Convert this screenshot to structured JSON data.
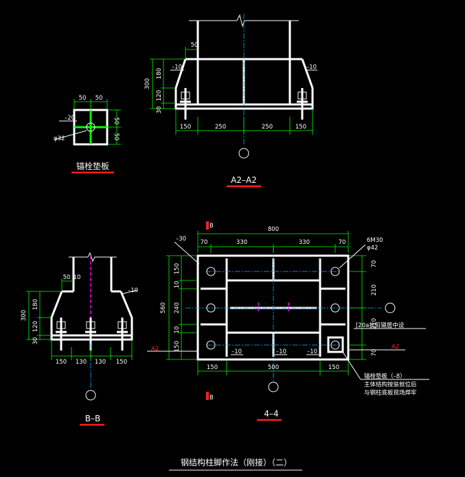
{
  "colors": {
    "background": "#000000",
    "dimension": "#00ff00",
    "centerline": "#00b4ff",
    "steel": "#ffffff",
    "underline": "#ff2020",
    "hidden": "#ff00ff"
  },
  "sheet_title": "钢结构柱脚作法（刚接）（二）",
  "anchor_pad": {
    "title": "锚栓垫板",
    "dim_top": [
      "50",
      "50"
    ],
    "dim_right": [
      "50",
      "50"
    ],
    "thickness": "–20",
    "hole": "φ32"
  },
  "section_a2": {
    "title": "A2–A2",
    "dim_bottom": [
      "150",
      "250",
      "250",
      "150"
    ],
    "dim_left": [
      "180",
      "120",
      "30"
    ],
    "dim_total": "300",
    "dim_top": "50",
    "stiff_left": "–10",
    "stiff_right": "–10"
  },
  "section_bb": {
    "title": "B–B",
    "dim_bottom": [
      "150",
      "130",
      "130",
      "150"
    ],
    "dim_left": [
      "180",
      "120",
      "30"
    ],
    "dim_total": "300",
    "dim_top": [
      "50",
      "10"
    ],
    "stiff_right": "–10"
  },
  "plan_44": {
    "title": "4–4",
    "dim_total_top": "800",
    "dim_top": [
      "70",
      "330",
      "330",
      "70"
    ],
    "dim_bottom": [
      "150",
      "500",
      "150"
    ],
    "dim_left": [
      "150",
      "10",
      "240",
      "10",
      "150"
    ],
    "dim_left_total": "560",
    "dim_right": [
      "70",
      "210",
      "210",
      "70"
    ],
    "plate_thk": "–30",
    "bolts": "6M30",
    "bolt_hole": "φ42",
    "stiff_labels": [
      "–10",
      "–10",
      "–10"
    ],
    "shear_key": "[20a抗剪键居中设",
    "section_mark_a": "A2",
    "section_mark_b": "B",
    "note_1": "锚栓垫板（–8）",
    "note_2": "主体结构按装就位后",
    "note_3": "与钢柱底板现场焊牢"
  }
}
